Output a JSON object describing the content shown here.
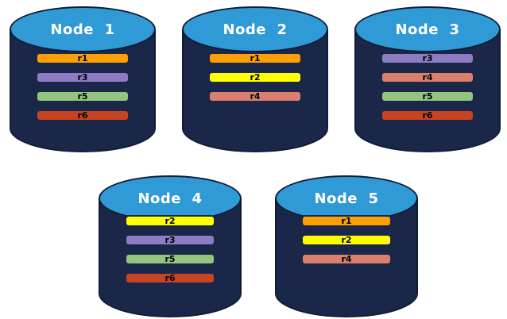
{
  "colors": {
    "background": "#FFFFFF",
    "cylinder_body": "#1B2749",
    "cylinder_outline": "#111B38",
    "cylinder_top": "#2F9AD5",
    "node_label_text": "#FFFFFF",
    "bar_label_text": "#000000",
    "bar_border": "#1B2749",
    "replicas": {
      "r1": "#FC9F03",
      "r2": "#FFFF00",
      "r3": "#8C7CC4",
      "r4": "#DB7F6C",
      "r5": "#93C57F",
      "r6": "#C74423"
    }
  },
  "nodes": [
    {
      "label": "Node  1",
      "replicas": [
        "r1",
        "r3",
        "r5",
        "r6"
      ]
    },
    {
      "label": "Node  2",
      "replicas": [
        "r1",
        "r2",
        "r4"
      ]
    },
    {
      "label": "Node  3",
      "replicas": [
        "r3",
        "r4",
        "r5",
        "r6"
      ]
    },
    {
      "label": "Node  4",
      "replicas": [
        "r2",
        "r3",
        "r5",
        "r6"
      ]
    },
    {
      "label": "Node  5",
      "replicas": [
        "r1",
        "r2",
        "r4"
      ]
    }
  ]
}
